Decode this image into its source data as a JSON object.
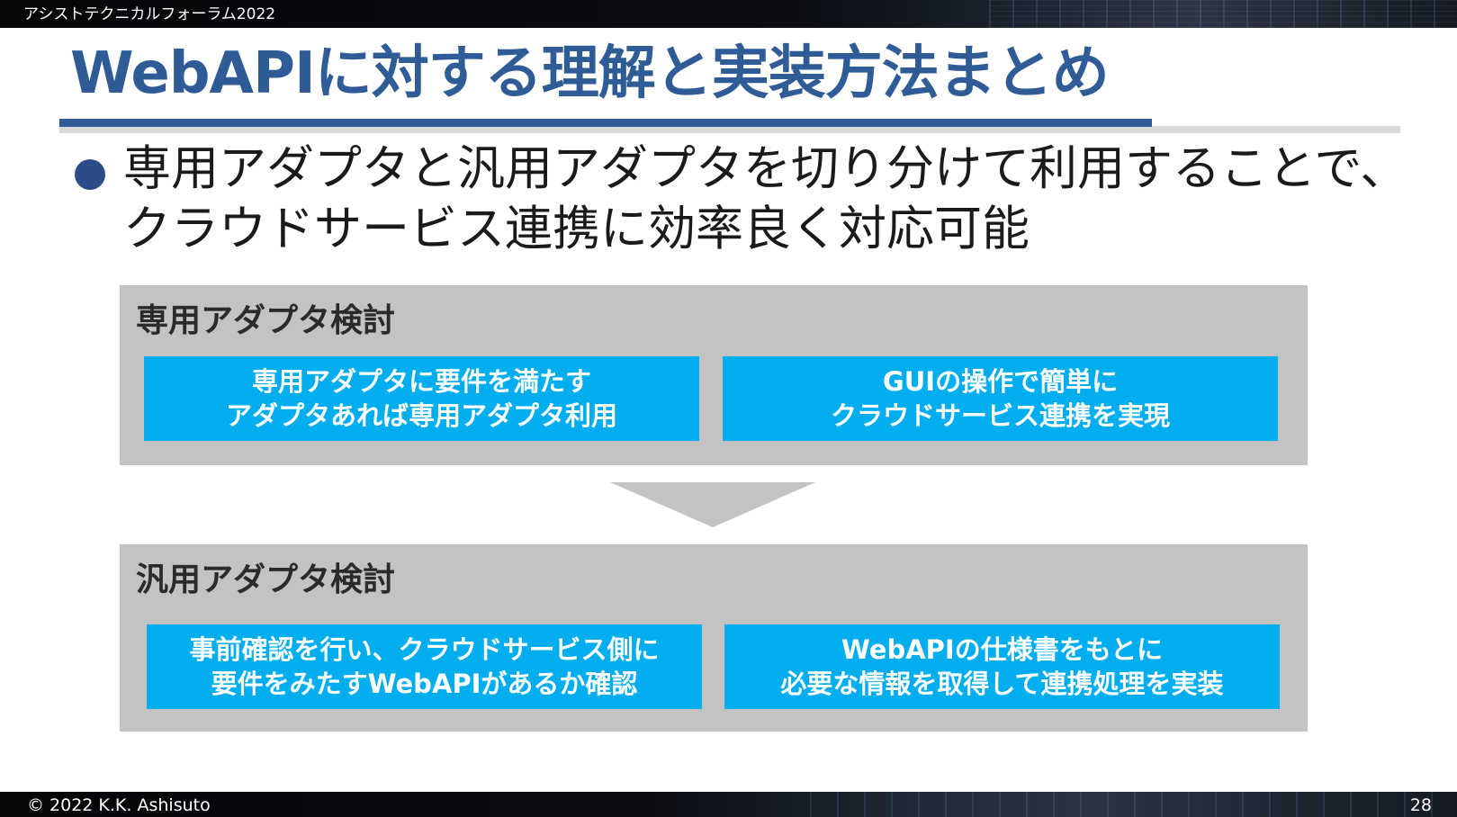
{
  "header": {
    "event_name": "アシストテクニカルフォーラム2022"
  },
  "slide": {
    "title": "WebAPIに対する理解と実装方法まとめ",
    "bullet": {
      "line1": "専用アダプタと汎用アダプタを切り分けて利用することで、",
      "line2": "クラウドサービス連携に効率良く対応可能"
    },
    "sections": [
      {
        "title": "専用アダプタ検討",
        "cards": [
          {
            "line1": "専用アダプタに要件を満たす",
            "line2": "アダプタあれば専用アダプタ利用"
          },
          {
            "line1": "GUIの操作で簡単に",
            "line2": "クラウドサービス連携を実現"
          }
        ]
      },
      {
        "title": "汎用アダプタ検討",
        "cards": [
          {
            "line1": "事前確認を行い、クラウドサービス側に",
            "line2": "要件をみたすWebAPIがあるか確認"
          },
          {
            "line1": "WebAPIの仕様書をもとに",
            "line2": "必要な情報を取得して連携処理を実装"
          }
        ]
      }
    ]
  },
  "footer": {
    "copyright": "© 2022 K.K. Ashisuto",
    "page_number": "28"
  },
  "colors": {
    "title_blue": "#2f5c97",
    "bullet_blue": "#2a4d8a",
    "card_cyan": "#00aeef",
    "panel_gray": "#c3c3c3"
  }
}
